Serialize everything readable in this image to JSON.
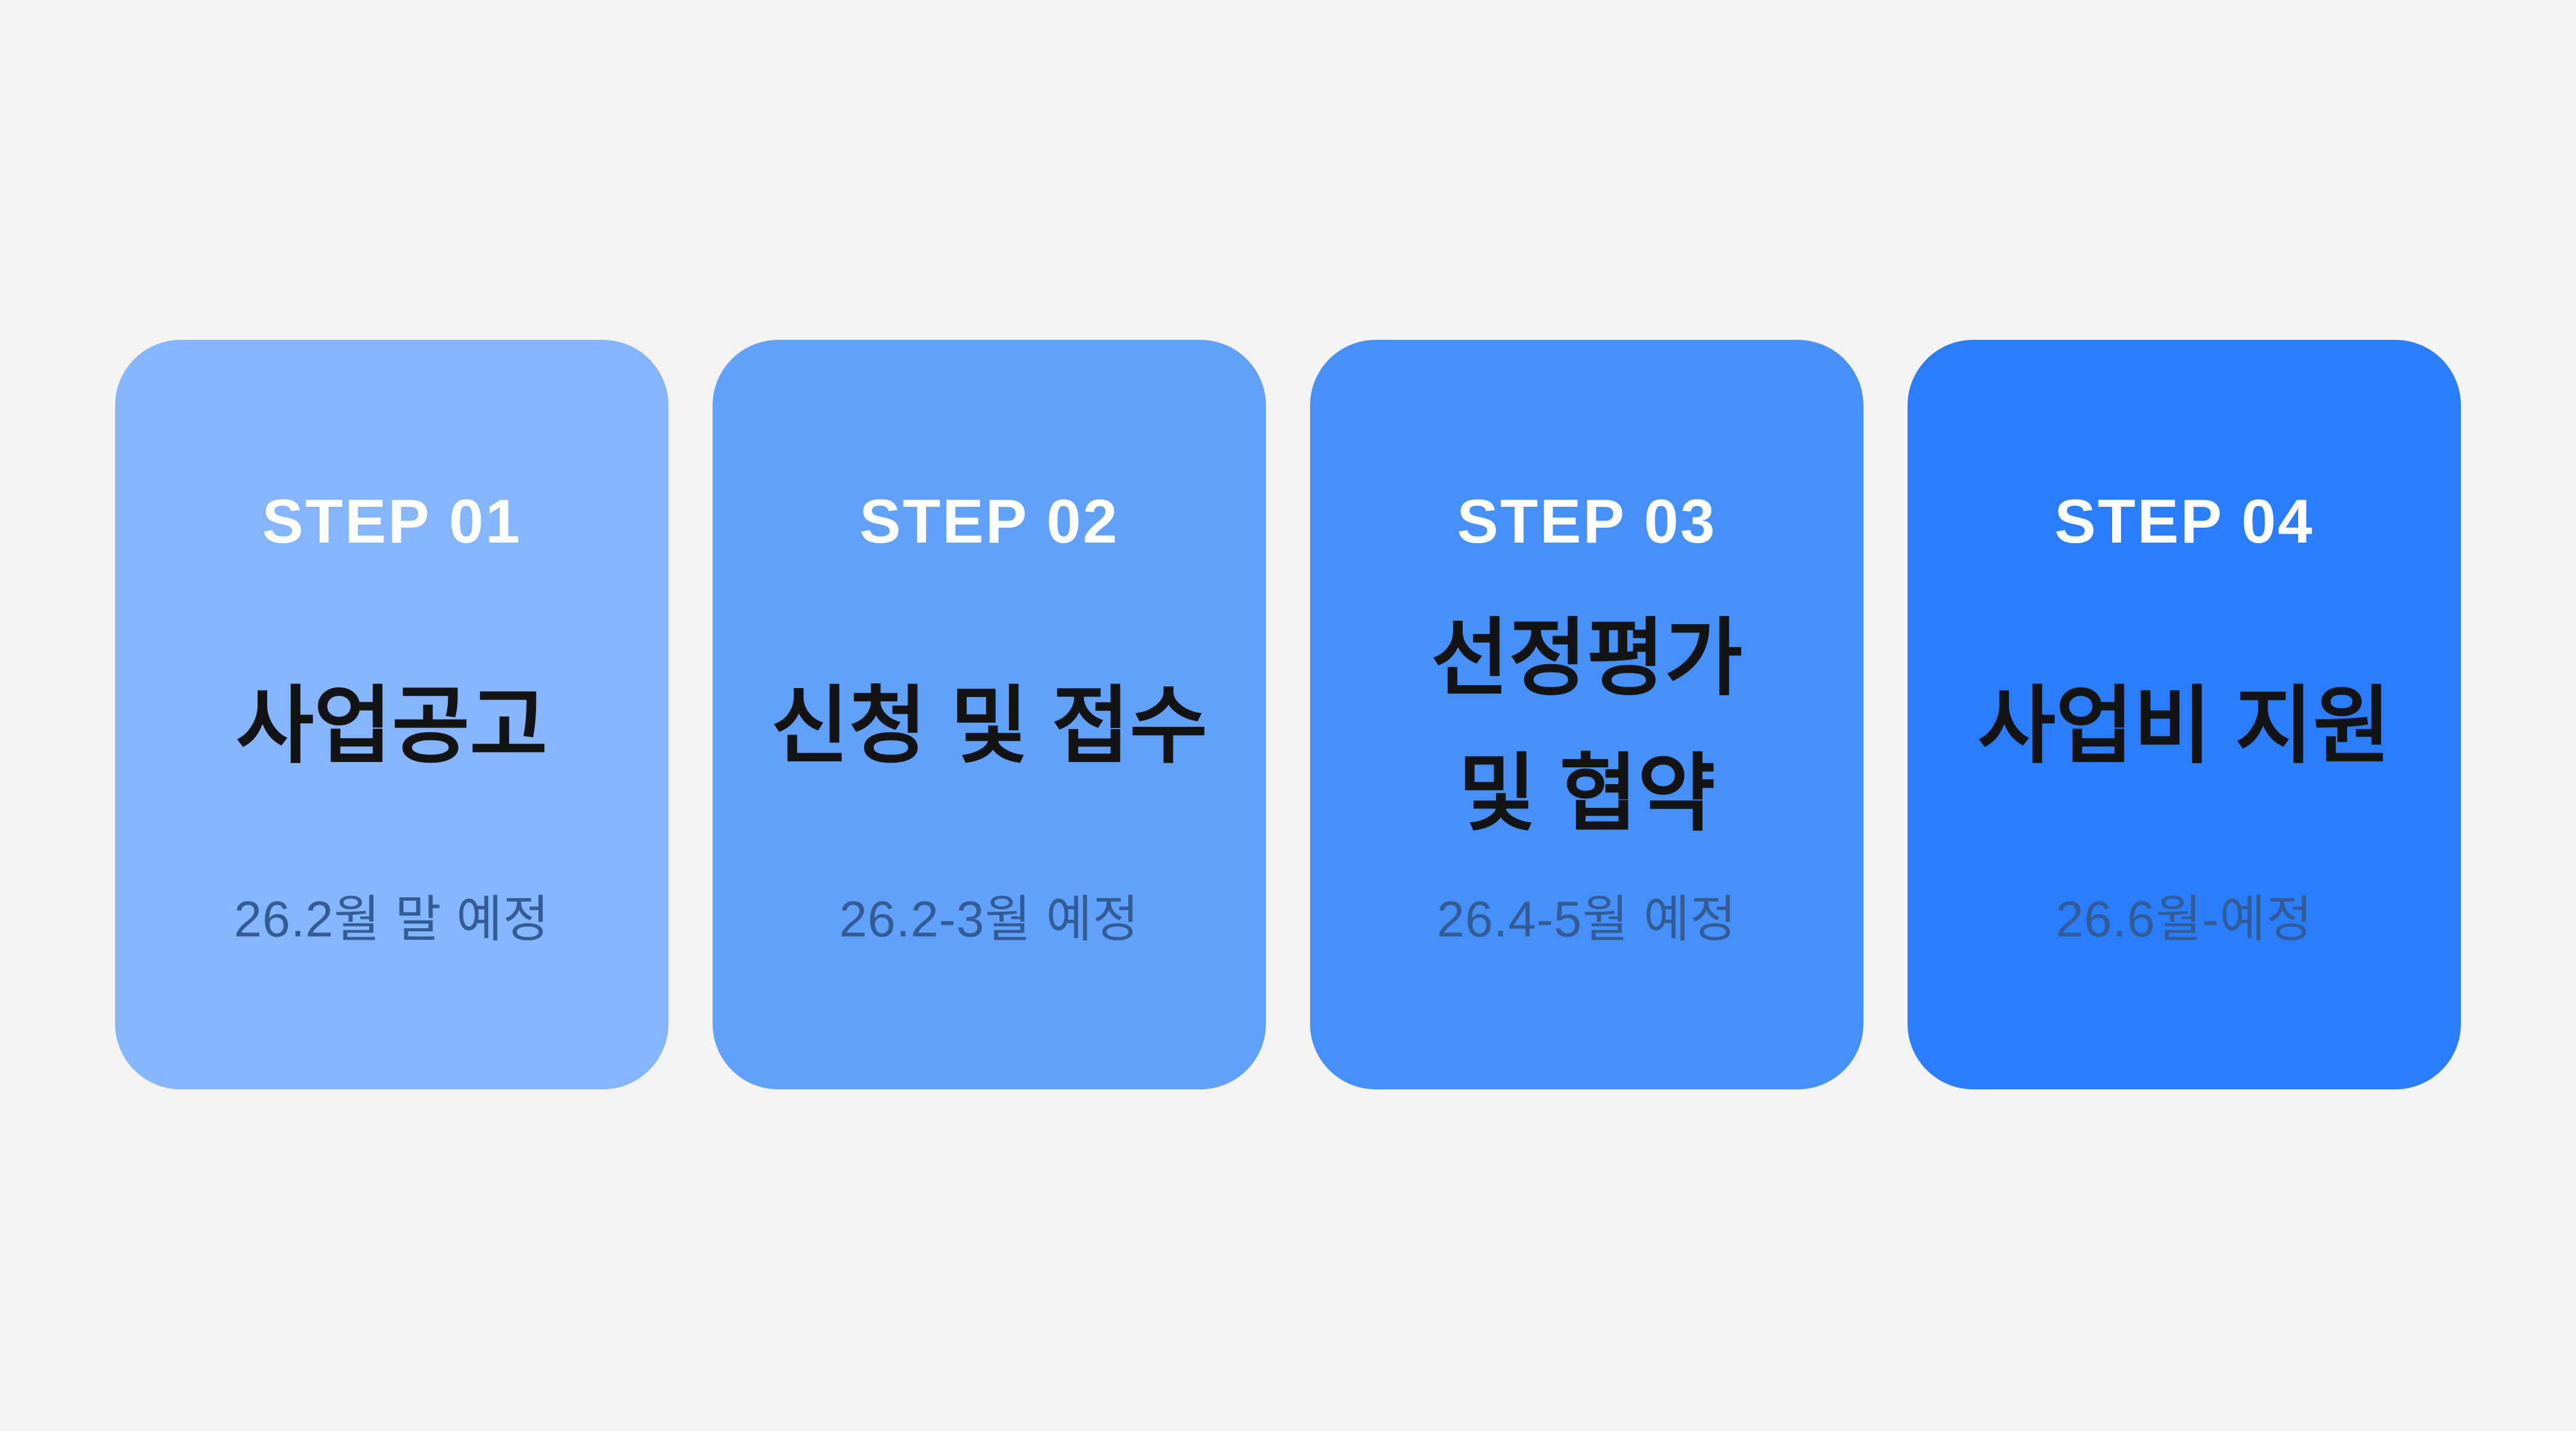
{
  "page": {
    "background_color": "#f4f3f1"
  },
  "text_colors": {
    "step_label": "#ffffff",
    "title": "#141414",
    "date": "#345c94"
  },
  "steps": [
    {
      "label": "STEP 01",
      "title_lines": [
        "사업공고"
      ],
      "date": "26.2월 말 예정",
      "card_color": "#85b5fc"
    },
    {
      "label": "STEP 02",
      "title_lines": [
        "신청 및 접수"
      ],
      "date": "26.2-3월 예정",
      "card_color": "#61a0fb"
    },
    {
      "label": "STEP 03",
      "title_lines": [
        "선정평가",
        "및 협약"
      ],
      "date": "26.4-5월 예정",
      "card_color": "#4690fa"
    },
    {
      "label": "STEP 04",
      "title_lines": [
        "사업비 지원"
      ],
      "date": "26.6월-예정",
      "card_color": "#2a7dfd"
    }
  ]
}
